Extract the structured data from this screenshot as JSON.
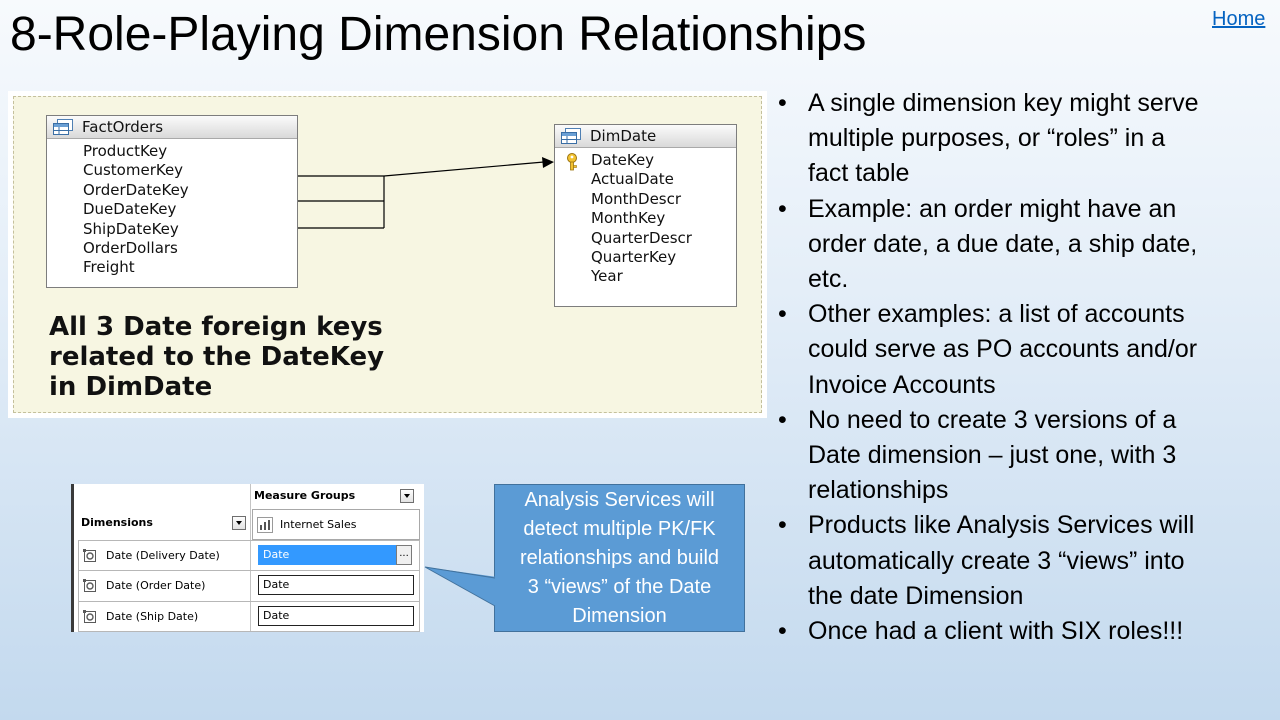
{
  "slide": {
    "title": "8-Role-Playing Dimension Relationships",
    "home_link": "Home",
    "bullet_marker": "•",
    "bullets": [
      "A single dimension key might serve\nmultiple purposes, or “roles” in a\nfact table",
      "Example: an order might have an\norder date, a due date, a ship date,\netc.",
      "Other examples: a list of accounts\ncould serve as PO accounts and/or\nInvoice Accounts",
      "No need to create 3 versions of a\nDate dimension – just one, with 3\nrelationships",
      "Products like Analysis Services will\nautomatically create 3 “views” into\nthe date Dimension",
      "Once had a client with SIX roles!!!"
    ]
  },
  "schema_diagram": {
    "fact_table": {
      "name": "FactOrders",
      "icon": "table-icon",
      "columns": [
        "ProductKey",
        "CustomerKey",
        "OrderDateKey",
        "DueDateKey",
        "ShipDateKey",
        "OrderDollars",
        "Freight"
      ]
    },
    "dimension_table": {
      "name": "DimDate",
      "icon": "table-icon",
      "key_icon": "primary-key-icon",
      "columns": [
        "DateKey",
        "ActualDate",
        "MonthDescr",
        "MonthKey",
        "QuarterDescr",
        "QuarterKey",
        "Year"
      ]
    },
    "caption": "All 3 Date foreign keys\nrelated to the DateKey\nin DimDate"
  },
  "dimension_usage": {
    "measure_groups_header": "Measure Groups",
    "dimensions_header": "Dimensions",
    "measure_group": "Internet Sales",
    "measure_group_icon": "measure-group-icon",
    "dimension_icon": "cube-dimension-icon",
    "browse_button": "...",
    "rows": [
      {
        "dimension": "Date (Delivery Date)",
        "cube_dimension": "Date",
        "selected": true
      },
      {
        "dimension": "Date (Order Date)",
        "cube_dimension": "Date",
        "selected": false
      },
      {
        "dimension": "Date (Ship Date)",
        "cube_dimension": "Date",
        "selected": false
      }
    ]
  },
  "callout": {
    "text": "Analysis Services will\ndetect multiple PK/FK\nrelationships and build\n3 “views” of the Date\nDimension"
  },
  "colors": {
    "link": "#0563c1",
    "callout_fill": "#5b9bd5",
    "callout_border": "#41719c",
    "selection": "#3399ff",
    "key_icon": "#f2c230"
  }
}
